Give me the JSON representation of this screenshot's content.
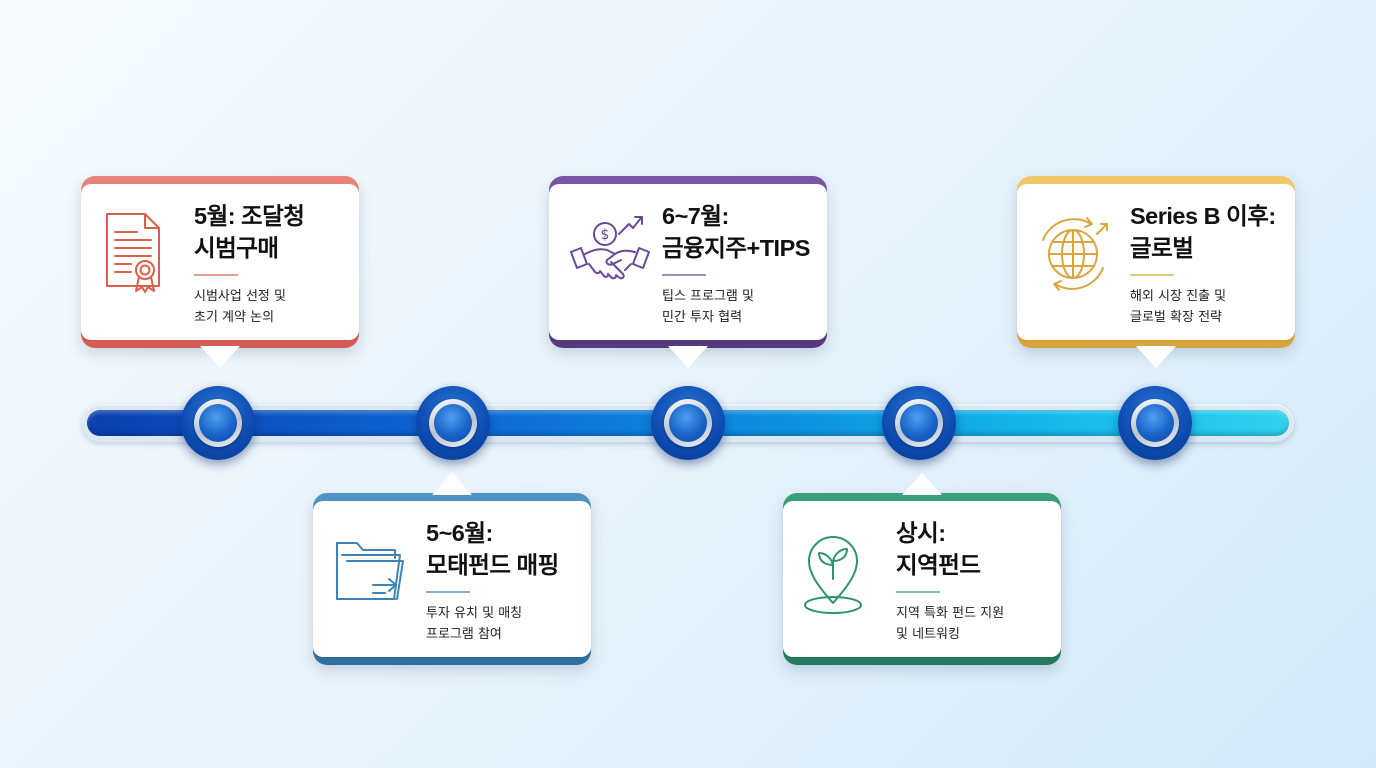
{
  "colors": {
    "red": "#dd6a5c",
    "purple": "#6a4a98",
    "gold": "#e3b04b",
    "steel-blue": "#3b85b6",
    "green": "#2f9370"
  },
  "milestones": [
    {
      "icon": "contract-certificate-icon",
      "title": "5월: 조달청\n시범구매",
      "description": "시범사업 선정 및\n초기 계약 논의"
    },
    {
      "icon": "folder-transfer-icon",
      "title": "5~6월:\n모태펀드 매핑",
      "description": "투자 유치 및 매칭\n프로그램 참여"
    },
    {
      "icon": "handshake-dollar-icon",
      "title": "6~7월:\n금융지주+TIPS",
      "description": "팁스 프로그램 및\n민간 투자 협력"
    },
    {
      "icon": "location-sprout-icon",
      "title": "상시:\n지역펀드",
      "description": "지역 특화 펀드 지원\n및 네트워킹"
    },
    {
      "icon": "globe-arrows-icon",
      "title": "Series B 이후:\n글로벌",
      "description": "해외 시장 진출 및\n글로벌 확장 전략"
    }
  ]
}
